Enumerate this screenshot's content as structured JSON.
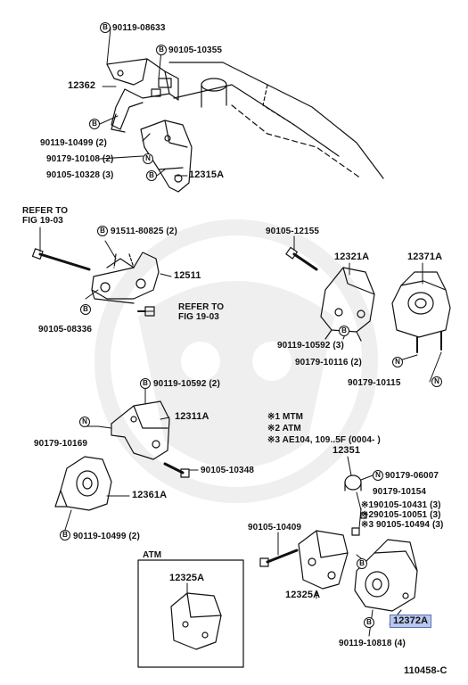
{
  "labels": {
    "p90119_08633": "90119-08633",
    "p90105_10355": "90105-10355",
    "p12362": "12362",
    "p90119_10499_top": "90119-10499 (2)",
    "p90179_10108": "90179-10108 (2)",
    "p90105_10328": "90105-10328 (3)",
    "p12315A": "12315A",
    "refer1_line1": "REFER TO",
    "refer1_line2": "FIG 19-03",
    "p91511_80825": "91511-80825 (2)",
    "p12511": "12511",
    "refer2_line1": "REFER TO",
    "refer2_line2": "FIG 19-03",
    "p90105_08336": "90105-08336",
    "p90105_12155": "90105-12155",
    "p12321A": "12321A",
    "p12371A": "12371A",
    "p90119_10592_right": "90119-10592 (3)",
    "p90179_10116": "90179-10116 (2)",
    "p90179_10115": "90179-10115",
    "p90119_10592_mid": "90119-10592 (2)",
    "p12311A": "12311A",
    "p90179_10169": "90179-10169",
    "p90105_10348": "90105-10348",
    "p12361A": "12361A",
    "p90119_10499_bottom": "90119-10499 (2)",
    "note1": "※1  MTM",
    "note2": "※2  ATM",
    "note3": "※3 AE104, 109..5F  (0004-        )",
    "p12351": "12351",
    "p90179_06007": "90179-06007",
    "p90179_10154": "90179-10154",
    "p90105_10431": "※190105-10431 (3)",
    "p90105_10051": "※290105-10051 (3)",
    "p90105_10494": "※3 90105-10494 (3)",
    "p90105_10409": "90105-10409",
    "atm_title": "ATM",
    "p12325A_atm": "12325A",
    "p12325A": "12325A",
    "p12372A": "12372A",
    "p90119_10818": "90119-10818 (4)",
    "figure_number": "110458-C"
  },
  "symbols": {
    "bolt": "B",
    "nut": "N"
  },
  "colors": {
    "ink": "#111111",
    "highlight": "#b8c7ee",
    "highlight_border": "#5b6fb0"
  },
  "icons": [
    "bolt-symbol-icon",
    "nut-symbol-icon",
    "leader-line",
    "engine-mount-part-drawing"
  ]
}
